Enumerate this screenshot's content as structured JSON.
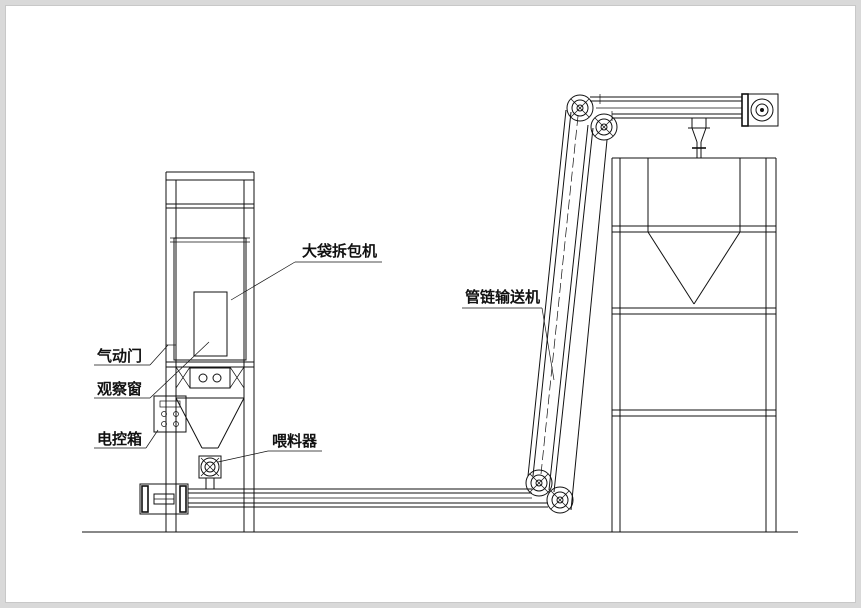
{
  "labels": {
    "unpacker": "大袋拆包机",
    "pneumatic_door": "气动门",
    "observation_window": "观察窗",
    "control_box": "电控箱",
    "feeder": "喂料器",
    "tube_chain_conveyor": "管链输送机"
  }
}
